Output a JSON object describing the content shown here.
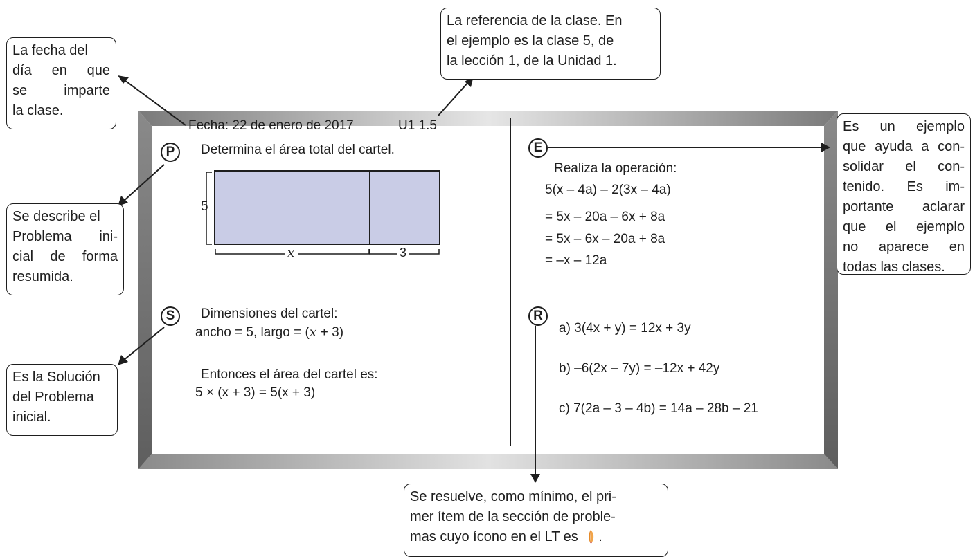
{
  "annotations": {
    "fecha": [
      "La fecha del",
      "día en que",
      "se imparte",
      "la clase."
    ],
    "referencia": [
      "La referencia de la clase. En",
      "el ejemplo es la clase 5, de",
      "la lección 1, de la Unidad 1."
    ],
    "ejemplo": [
      "Es un ejemplo",
      "que ayuda a con-",
      "solidar el con-",
      "tenido. Es im-",
      "portante aclarar",
      "que el ejemplo",
      "no aparece en",
      "todas las clases."
    ],
    "problema": [
      "Se describe el",
      "Problema ini-",
      "cial de forma",
      "resumida."
    ],
    "solucion": [
      "Es la Solución",
      "del Problema",
      "inicial."
    ],
    "resuelve": [
      "Se resuelve, como mínimo, el pri-",
      "mer ítem de la sección de proble-",
      "mas cuyo ícono en el LT es"
    ],
    "resuelve_end": "."
  },
  "board": {
    "header_date": "Fecha: 22 de enero de 2017",
    "header_ref": "U1 1.5",
    "icon_p": "P",
    "icon_s": "S",
    "icon_e": "E",
    "icon_r": "R",
    "problem_text": "Determina el área total del cartel.",
    "dim_height": "5",
    "dim_x": "x",
    "dim_3": "3",
    "sol_line1": "Dimensiones del cartel:",
    "sol_line2_a": "ancho = 5, largo = (",
    "sol_line2_x": "x",
    "sol_line2_b": " + 3)",
    "sol_line3": "Entonces el área del cartel es:",
    "sol_line4": "5 × (x + 3) = 5(x + 3)",
    "example_lines": [
      "Realiza la operación:",
      "5(x – 4a) – 2(3x – 4a)",
      "= 5x – 20a – 6x + 8a",
      "= 5x – 6x – 20a + 8a",
      "= –x – 12a"
    ],
    "exercises": [
      "a) 3(4x + y) = 12x + 3y",
      "b) –6(2x – 7y) = –12x + 42y",
      "c) 7(2a – 3 – 4b) = 14a – 28b – 21"
    ]
  },
  "colors": {
    "rect_fill": "#c9cce6",
    "frame_dark": "#6e6e6e",
    "frame_light": "#cfcfcf",
    "pencil": "#f2a54a"
  }
}
